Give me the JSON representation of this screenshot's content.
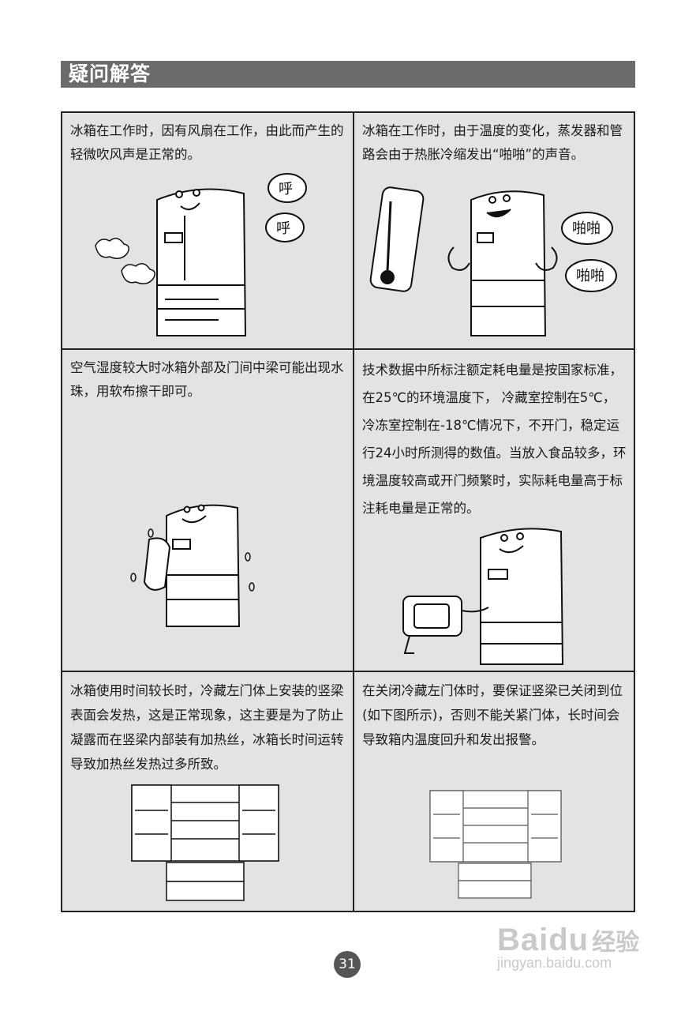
{
  "title": "疑问解答",
  "cells": [
    {
      "text": "冰箱在工作时，因有风扇在工作，由此而产生的轻微吹风声是正常的。",
      "bubbles": [
        "呼",
        "呼"
      ]
    },
    {
      "text": "冰箱在工作时，由于温度的变化，蒸发器和管路会由于热胀冷缩发出“啪啪”的声音。",
      "bubbles": [
        "啪啪",
        "啪啪"
      ]
    },
    {
      "text": "空气湿度较大时冰箱外部及门间中梁可能出现水珠，用软布擦干即可。"
    },
    {
      "text": "技术数据中所标注额定耗电量是按国家标准，在25℃的环境温度下， 冷藏室控制在5℃，冷冻室控制在-18℃情况下，不开门，稳定运行24小时所测得的数值。当放入食品较多，环境温度较高或开门频繁时，实际耗电量高于标注耗电量是正常的。"
    },
    {
      "text": "冰箱使用时间较长时，冷藏左门体上安装的竖梁表面会发热，这是正常现象，这主要是为了防止凝露而在竖梁内部装有加热丝，冰箱长时间运转导致加热丝发热过多所致。"
    },
    {
      "text": "在关闭冷藏左门体时，要保证竖梁已关闭到位(如下图所示)，否则不能关紧门体，长时间会导致箱内温度回升和发出报警。"
    }
  ],
  "page_number": "31",
  "watermark": {
    "brand": "Bai",
    "brand2": "du",
    "jingyan": "经验",
    "url": "jingyan.baidu.com"
  }
}
